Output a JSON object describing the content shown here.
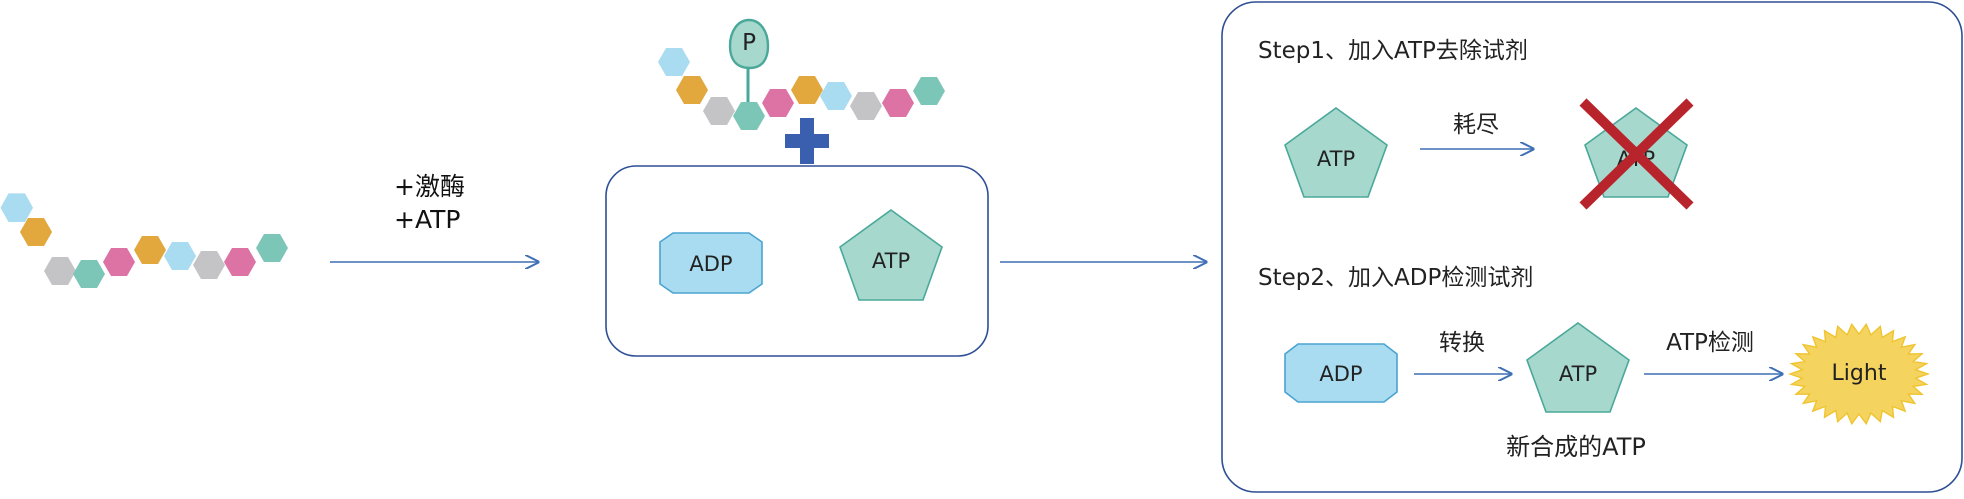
{
  "stage1": {
    "reagent_line1": "+激酶",
    "reagent_line2": "+ATP"
  },
  "products": {
    "phospho_label": "P",
    "adp_label": "ADP",
    "atp_label": "ATP"
  },
  "detection": {
    "step1_title": "Step1、加入ATP去除试剂",
    "step1_atp_label": "ATP",
    "step1_arrow_label": "耗尽",
    "step1_depleted_atp_label": "ATP",
    "step2_title": "Step2、加入ADP检测试剂",
    "step2_adp_label": "ADP",
    "step2_arrow1_label": "转换",
    "step2_atp_label": "ATP",
    "step2_arrow2_label": "ATP检测",
    "step2_light_label": "Light",
    "step2_new_atp_caption": "新合成的ATP"
  },
  "colors": {
    "line_blue": "#3f6fb5",
    "box_border": "#2e4f96",
    "hex_light_blue": "#a9dcf0",
    "hex_orange": "#e2a73d",
    "hex_gray": "#c4c4c6",
    "hex_teal": "#7cc6b7",
    "hex_pink": "#dd72a5",
    "adp_fill": "#a9dcf0",
    "adp_stroke": "#4aa3d1",
    "atp_fill": "#a7d8cd",
    "atp_stroke": "#4aa89a",
    "plus_blue": "#3a5fae",
    "cross_red": "#b8242b",
    "light_fill": "#f4d35e",
    "light_stroke": "#f0c430"
  }
}
